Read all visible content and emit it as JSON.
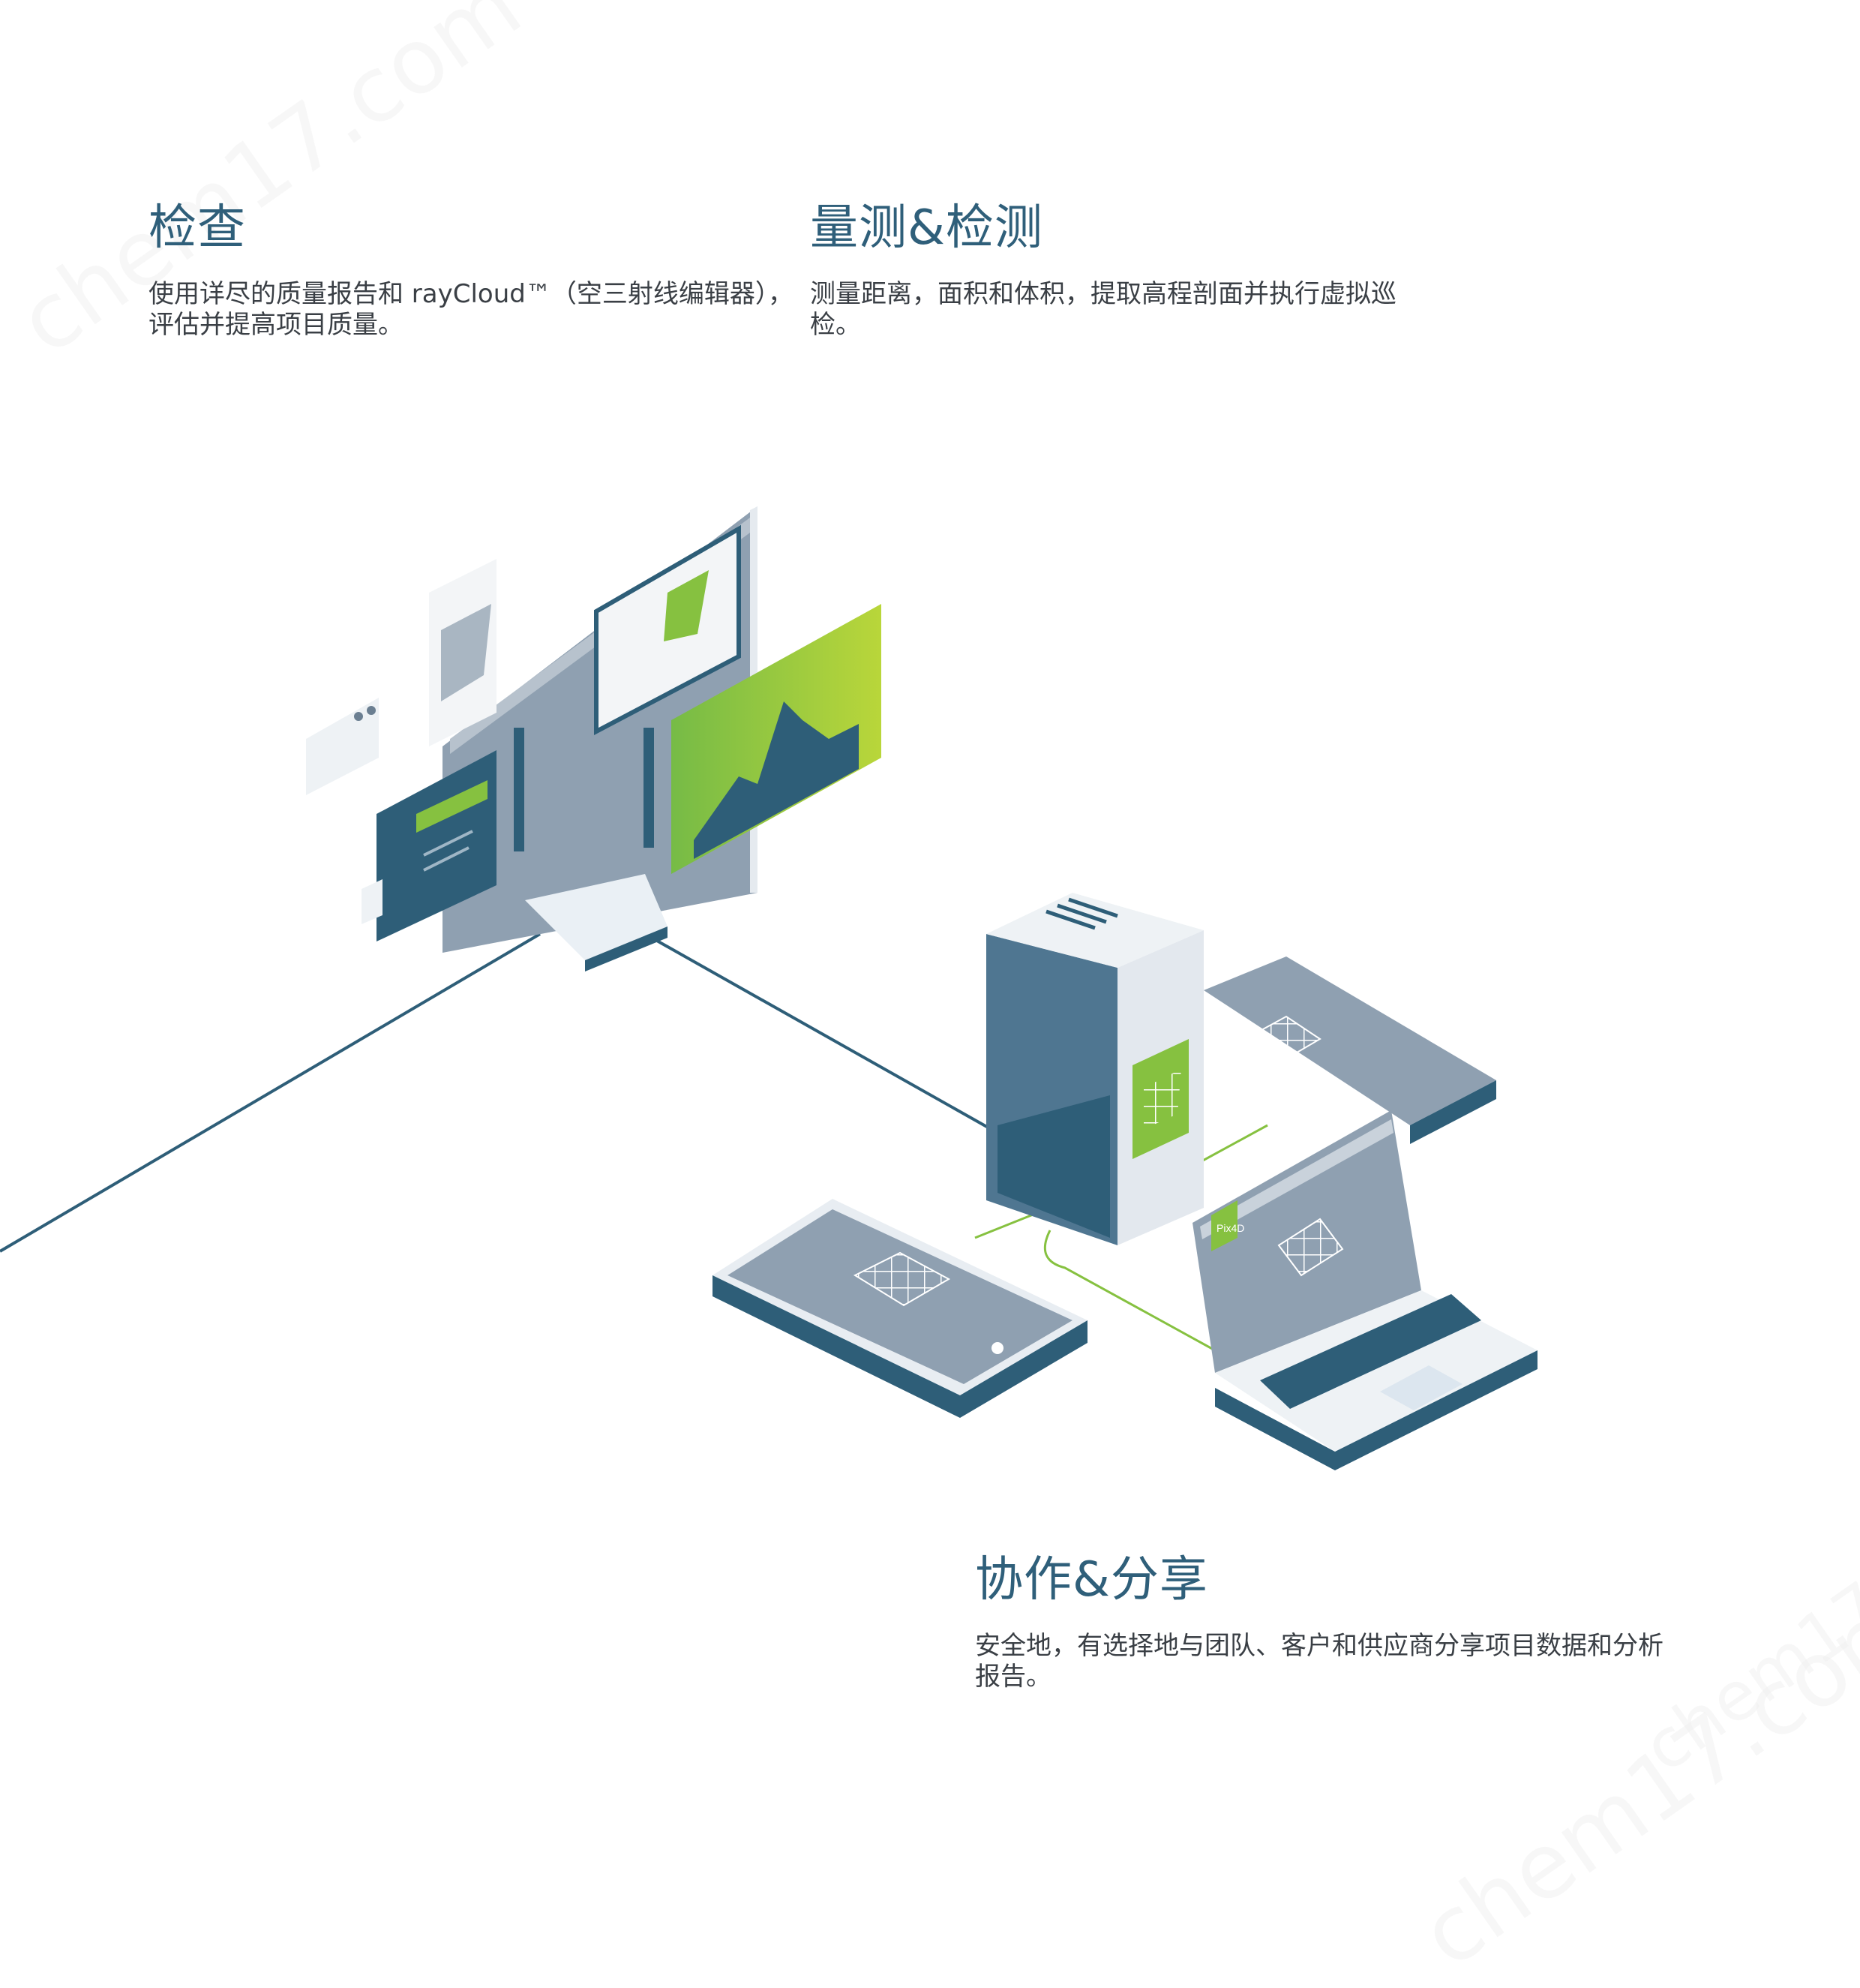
{
  "watermark": "chem17.com",
  "sections": {
    "inspect": {
      "title": "检查",
      "body": "使用详尽的质量报告和 rayCloud™（空三射线编辑器），评估并提高项目质量。"
    },
    "measure": {
      "title": "量测&检测",
      "body": "测量距离，面积和体积，提取高程剖面并执行虚拟巡检。"
    },
    "share": {
      "title": "协作&分享",
      "body": "安全地，有选择地与团队、客户和供应商分享项目数据和分析报告。"
    }
  },
  "laptop_badge": "Pix4D",
  "colors": {
    "heading": "#2f5f7a",
    "body_text": "#3a3f45",
    "device_gray": "#8fa0b1",
    "device_dark": "#2e5e78",
    "accent_green": "#86c140"
  },
  "icons": [
    "monitor-icon",
    "server-icon",
    "tablet-icon",
    "laptop-icon",
    "chart-panel-icon",
    "map-panel-icon",
    "mesh-grid-icon"
  ]
}
